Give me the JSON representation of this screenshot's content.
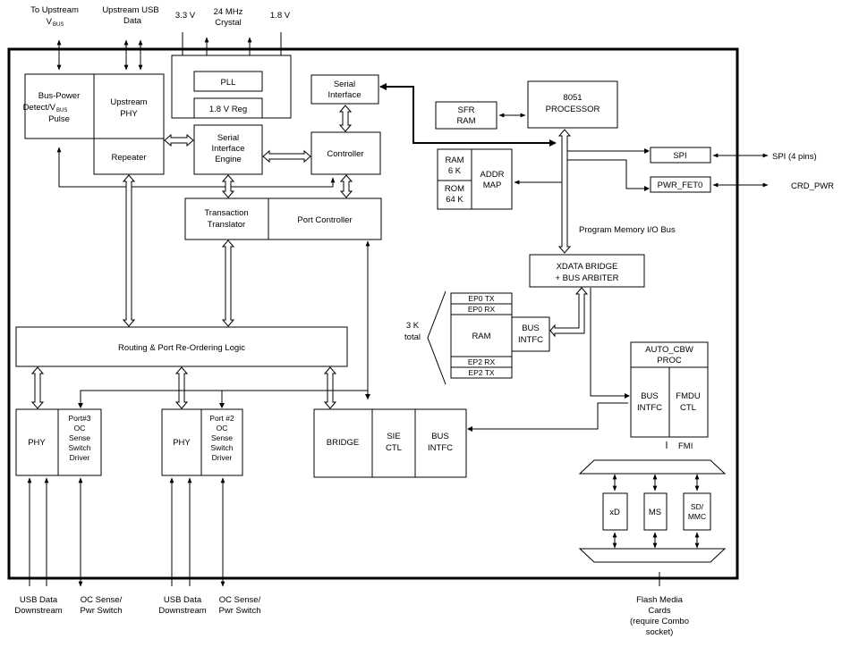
{
  "external": {
    "to_upstream": "To Upstream",
    "vbus_v": "V",
    "vbus_sub": "BUS",
    "upstream_usb": "Upstream USB",
    "upstream_data": "Data",
    "v33": "3.3 V",
    "mhz": "24 MHz",
    "crystal": "Crystal",
    "v18": "1.8 V",
    "spi_pins": "SPI (4 pins)",
    "crd_pwr": "CRD_PWR",
    "usb_data_1": "USB Data",
    "downstream_1": "Downstream",
    "oc_sense_1": "OC Sense/",
    "pwr_switch_1": "Pwr Switch",
    "usb_data_2": "USB Data",
    "downstream_2": "Downstream",
    "oc_sense_2": "OC Sense/",
    "pwr_switch_2": "Pwr Switch",
    "flash_media": "Flash Media",
    "cards": "Cards",
    "require_combo": "(require Combo",
    "socket": "socket)"
  },
  "blocks": {
    "bus_power_1": "Bus-Power",
    "bus_power_2a": "Detect/V",
    "bus_power_2b": "BUS",
    "bus_power_3": "Pulse",
    "upstream_phy_1": "Upstream",
    "upstream_phy_2": "PHY",
    "repeater": "Repeater",
    "pll": "PLL",
    "reg18": "1.8 V Reg",
    "sie_1": "Serial",
    "sie_2": "Interface",
    "sie_3": "Engine",
    "serial_if_1": "Serial",
    "serial_if_2": "Interface",
    "controller": "Controller",
    "sfr_1": "SFR",
    "sfr_2": "RAM",
    "proc_1": "8051",
    "proc_2": "PROCESSOR",
    "ram6k_1": "RAM",
    "ram6k_2": "6 K",
    "rom64k_1": "ROM",
    "rom64k_2": "64 K",
    "addr_1": "ADDR",
    "addr_2": "MAP",
    "spi": "SPI",
    "pwr_fet": "PWR_FET0",
    "tt_1": "Transaction",
    "tt_2": "Translator",
    "port_controller": "Port Controller",
    "program_memory_bus": "Program Memory I/O Bus",
    "xdata_1": "XDATA  BRIDGE",
    "xdata_2": "+ BUS ARBITER",
    "ep0tx": "EP0 TX",
    "ep0rx": "EP0 RX",
    "ram3k": "RAM",
    "ep2rx": "EP2 RX",
    "ep2tx": "EP2 TX",
    "k3_1": "3 K",
    "k3_2": "total",
    "busintfc_ram_1": "BUS",
    "busintfc_ram_2": "INTFC",
    "routing": "Routing & Port Re-Ordering Logic",
    "auto_cbw_1": "AUTO_CBW",
    "auto_cbw_2": "PROC",
    "busintfc_cbw_1": "BUS",
    "busintfc_cbw_2": "INTFC",
    "fmdu_1": "FMDU",
    "fmdu_2": "CTL",
    "fmi": "FMI",
    "phy_1": "PHY",
    "port3_1": "Port#3",
    "port3_2": "OC",
    "port3_3": "Sense",
    "port3_4": "Switch",
    "port3_5": "Driver",
    "phy_2": "PHY",
    "port2_1": "Port #2",
    "port2_2": "OC",
    "port2_3": "Sense",
    "port2_4": "Switch",
    "port2_5": "Driver",
    "bridge": "BRIDGE",
    "sie_ctl_1": "SIE",
    "sie_ctl_2": "CTL",
    "busintfc_b_1": "BUS",
    "busintfc_b_2": "INTFC",
    "xd": "xD",
    "ms": "MS",
    "sdmmc_1": "SD/",
    "sdmmc_2": "MMC"
  }
}
